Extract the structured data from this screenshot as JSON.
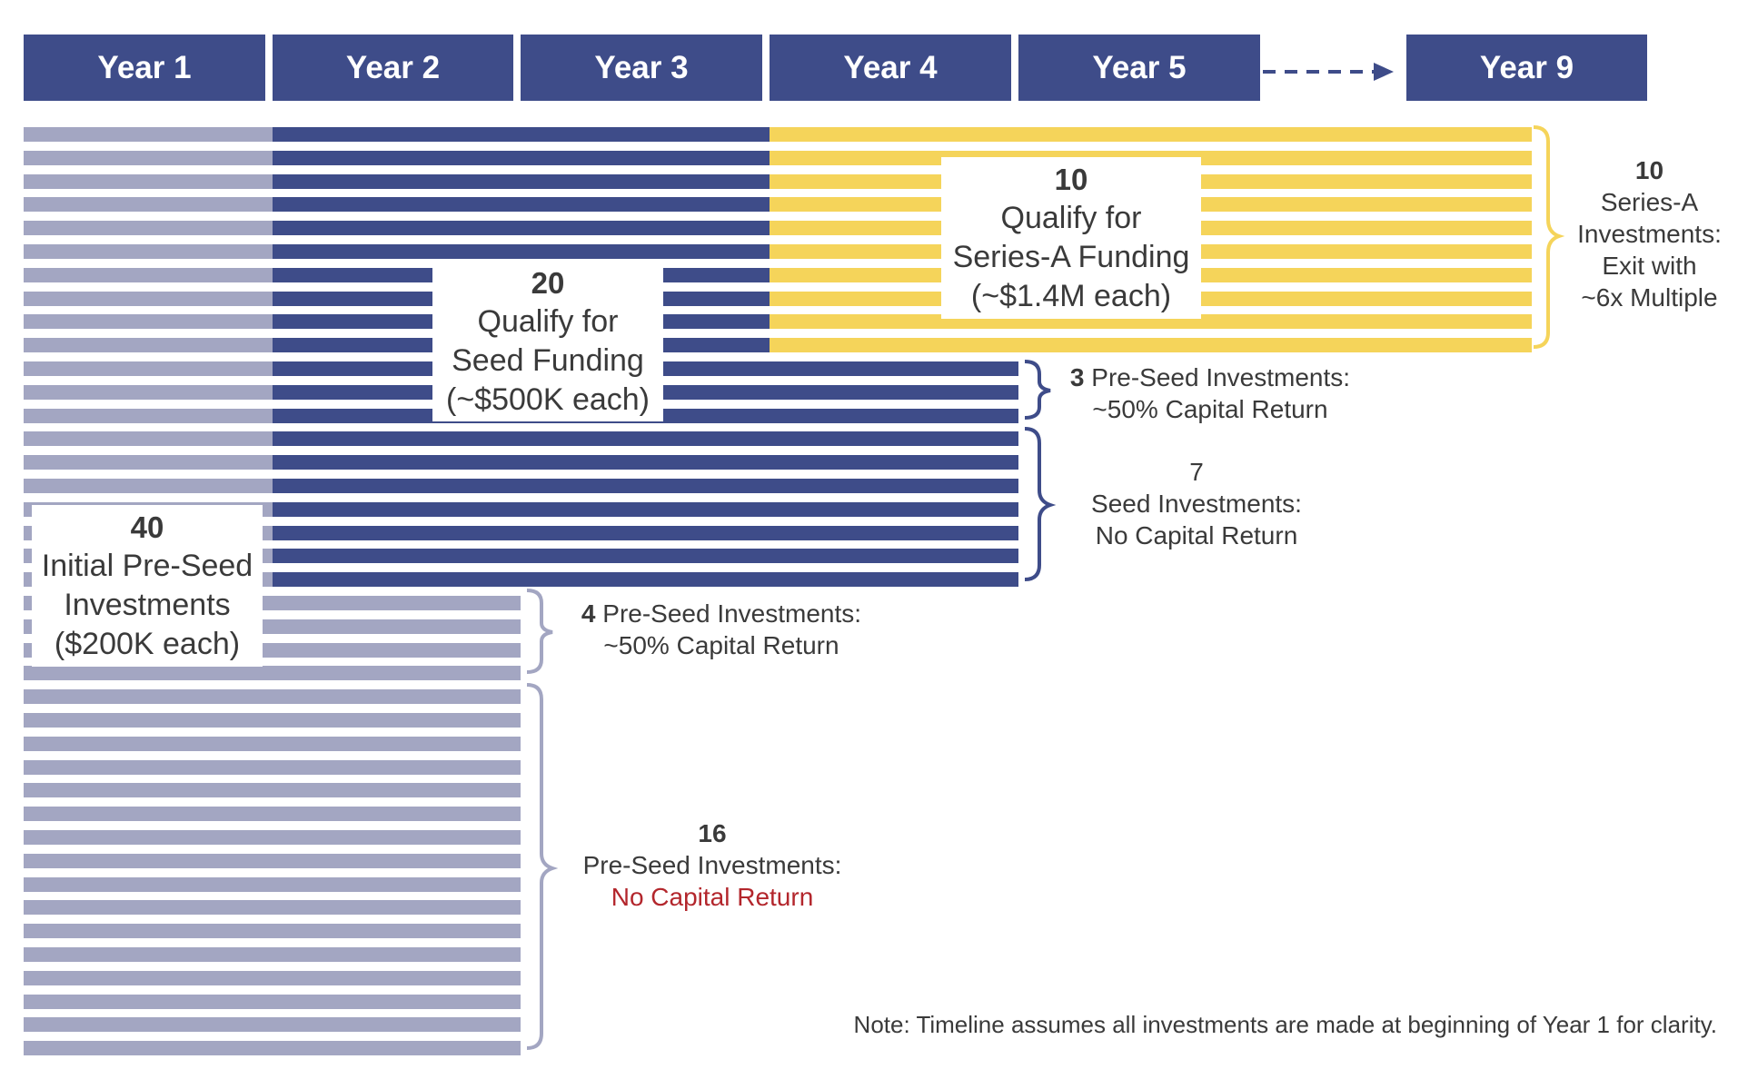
{
  "years": [
    "Year 1",
    "Year 2",
    "Year 3",
    "Year 4",
    "Year 5",
    "Year 9"
  ],
  "colors": {
    "header": "#3e4c89",
    "pre_seed": "#a3a6c2",
    "seed": "#3e4c89",
    "series_a": "#f5d45a",
    "red_text": "#b3262c"
  },
  "cohorts": [
    {
      "count": 10,
      "stage_through": "Series-A",
      "outcome": "exit"
    },
    {
      "count": 3,
      "stage_through": "Seed",
      "outcome": "~50% capital return"
    },
    {
      "count": 7,
      "stage_through": "Seed",
      "outcome": "no capital return"
    },
    {
      "count": 4,
      "stage_through": "Pre-Seed",
      "outcome": "~50% capital return"
    },
    {
      "count": 16,
      "stage_through": "Pre-Seed",
      "outcome": "no capital return"
    }
  ],
  "labels": {
    "seriesA": {
      "num": "10",
      "line1": "Qualify for",
      "line2": "Series-A Funding",
      "line3": "(~$1.4M each)"
    },
    "seed": {
      "num": "20",
      "line1": "Qualify for",
      "line2": "Seed Funding",
      "line3": "(~$500K each)"
    },
    "preseed": {
      "num": "40",
      "line1": "Initial Pre-Seed",
      "line2": "Investments",
      "line3": "($200K each)"
    }
  },
  "annotations": {
    "seriesA_out": {
      "num": "10",
      "line1": "Series-A",
      "line2": "Investments:",
      "line3": "Exit with",
      "line4": "~6x Multiple"
    },
    "seed_partial": {
      "num": "3",
      "line1": "Pre-Seed Investments:",
      "line2": "~50% Capital Return"
    },
    "seed_none": {
      "num": "7",
      "line1": "Seed Investments:",
      "line2": "No Capital Return"
    },
    "pre_partial": {
      "num": "4",
      "line1": "Pre-Seed Investments:",
      "line2": "~50% Capital Return"
    },
    "pre_none": {
      "num": "16",
      "line1": "Pre-Seed Investments:",
      "line2": "No Capital Return"
    }
  },
  "note": "Note: Timeline assumes all investments are made at beginning of Year 1 for clarity."
}
